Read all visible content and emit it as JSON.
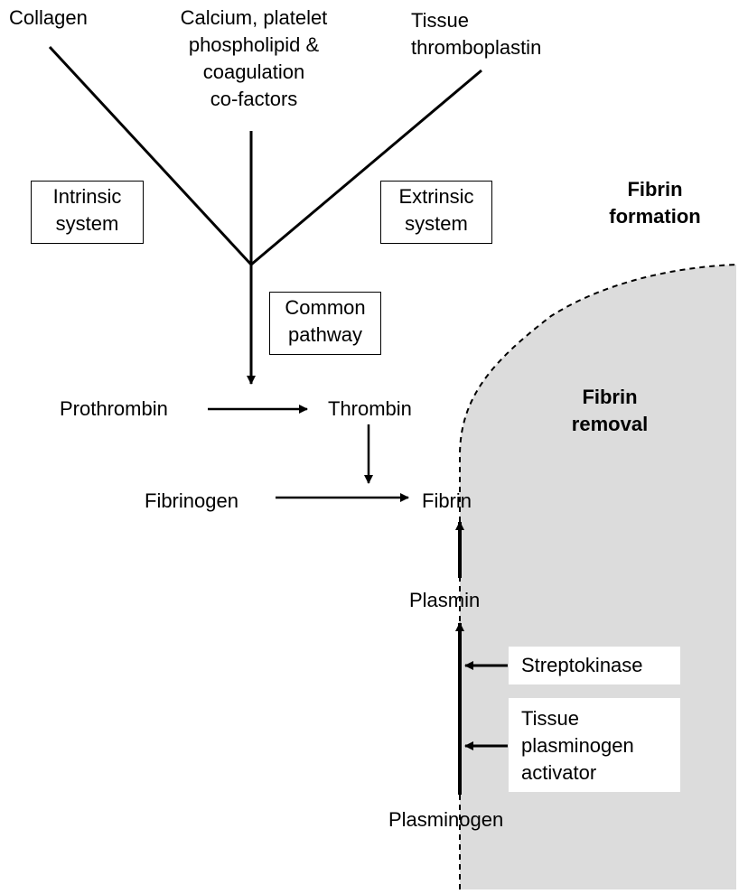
{
  "inputs": {
    "collagen": "Collagen",
    "calcium": [
      "Calcium, platelet",
      "phospholipid &",
      "coagulation",
      "co-factors"
    ],
    "tissue_thromboplastin": [
      "Tissue",
      "thromboplastin"
    ]
  },
  "systems": {
    "intrinsic": [
      "Intrinsic",
      "system"
    ],
    "extrinsic": [
      "Extrinsic",
      "system"
    ],
    "common": [
      "Common",
      "pathway"
    ]
  },
  "regions": {
    "formation": [
      "Fibrin",
      "formation"
    ],
    "removal": [
      "Fibrin",
      "removal"
    ]
  },
  "cascade": {
    "prothrombin": "Prothrombin",
    "thrombin": "Thrombin",
    "fibrinogen": "Fibrinogen",
    "fibrin": "Fibrin"
  },
  "fibrinolysis": {
    "plasmin": "Plasmin",
    "plasminogen": "Plasminogen",
    "streptokinase": "Streptokinase",
    "tpa": [
      "Tissue",
      "plasminogen",
      "activator"
    ]
  },
  "colors": {
    "removal_region": "#dcdcdc",
    "line": "#000000"
  }
}
